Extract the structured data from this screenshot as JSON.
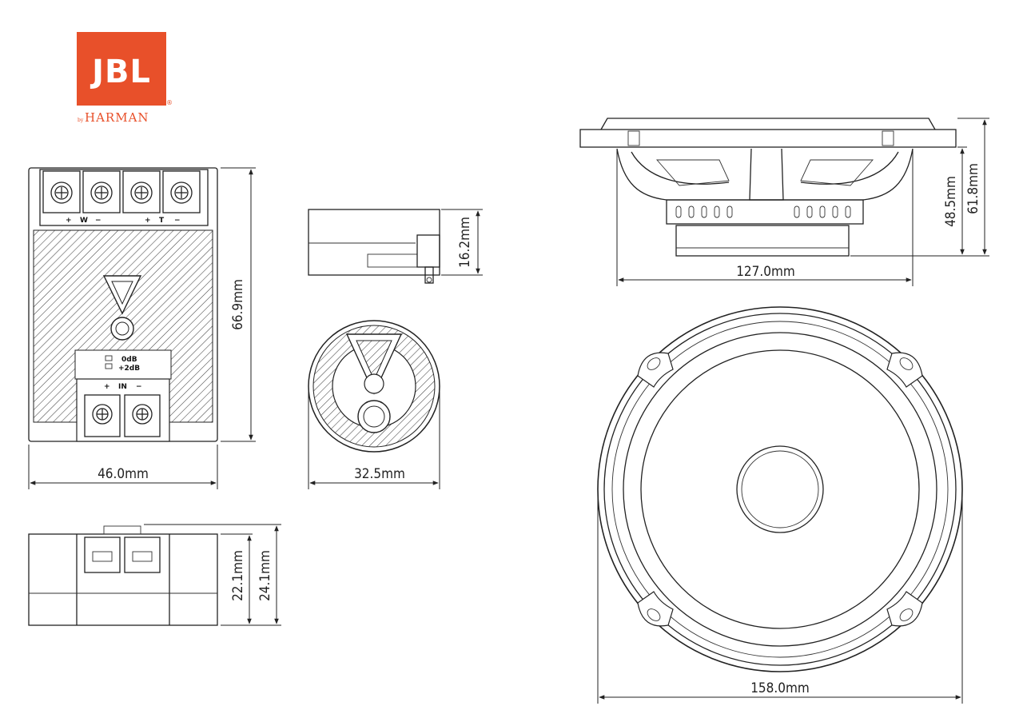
{
  "brand": {
    "logo_text": "JBL",
    "by": "by",
    "company": "HARMAN",
    "registered": "®",
    "logo_color": "#e8502a"
  },
  "crossover": {
    "width_label": "46.0mm",
    "height_label": "66.9mm",
    "side_height_inner_label": "22.1mm",
    "side_height_outer_label": "24.1mm",
    "terminal_plus": "+",
    "terminal_minus": "−",
    "terminal_group_1": "W",
    "terminal_group_2": "T",
    "level_0db": "0dB",
    "level_plus2db": "+2dB",
    "input_label": "IN"
  },
  "tweeter": {
    "height_label": "16.2mm",
    "diameter_label": "32.5mm"
  },
  "woofer": {
    "depth_label": "127.0mm",
    "mount_depth_label": "48.5mm",
    "total_depth_label": "61.8mm",
    "diameter_label": "158.0mm"
  }
}
